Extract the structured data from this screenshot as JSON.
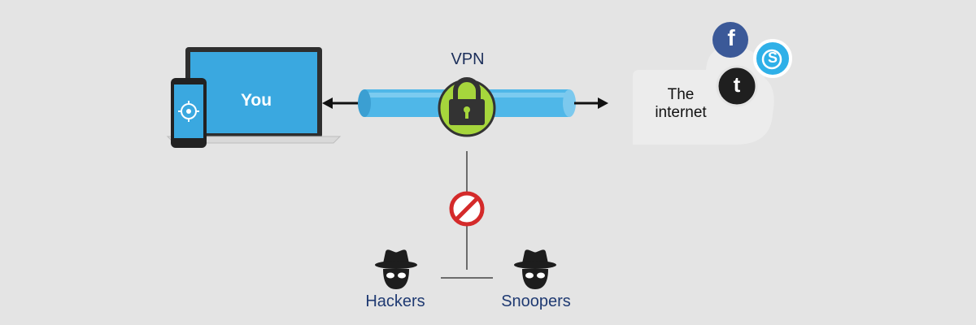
{
  "you": {
    "label": "You"
  },
  "vpn": {
    "label": "VPN"
  },
  "internet": {
    "line1": "The",
    "line2": "internet"
  },
  "threats": {
    "hackers": "Hackers",
    "snoopers": "Snoopers"
  },
  "social": {
    "facebook_glyph": "f",
    "skype_glyph": "S",
    "twitter_glyph": "t"
  },
  "colors": {
    "background": "#e4e4e4",
    "screen": "#3aa8e0",
    "tunnel": "#4fb7e8",
    "lock_bg": "#a6d63c",
    "block": "#d42a2a",
    "facebook": "#3b5998",
    "skype": "#2fb0e8",
    "twitter": "#1f1f1f",
    "label_dark": "#1f3a72"
  }
}
